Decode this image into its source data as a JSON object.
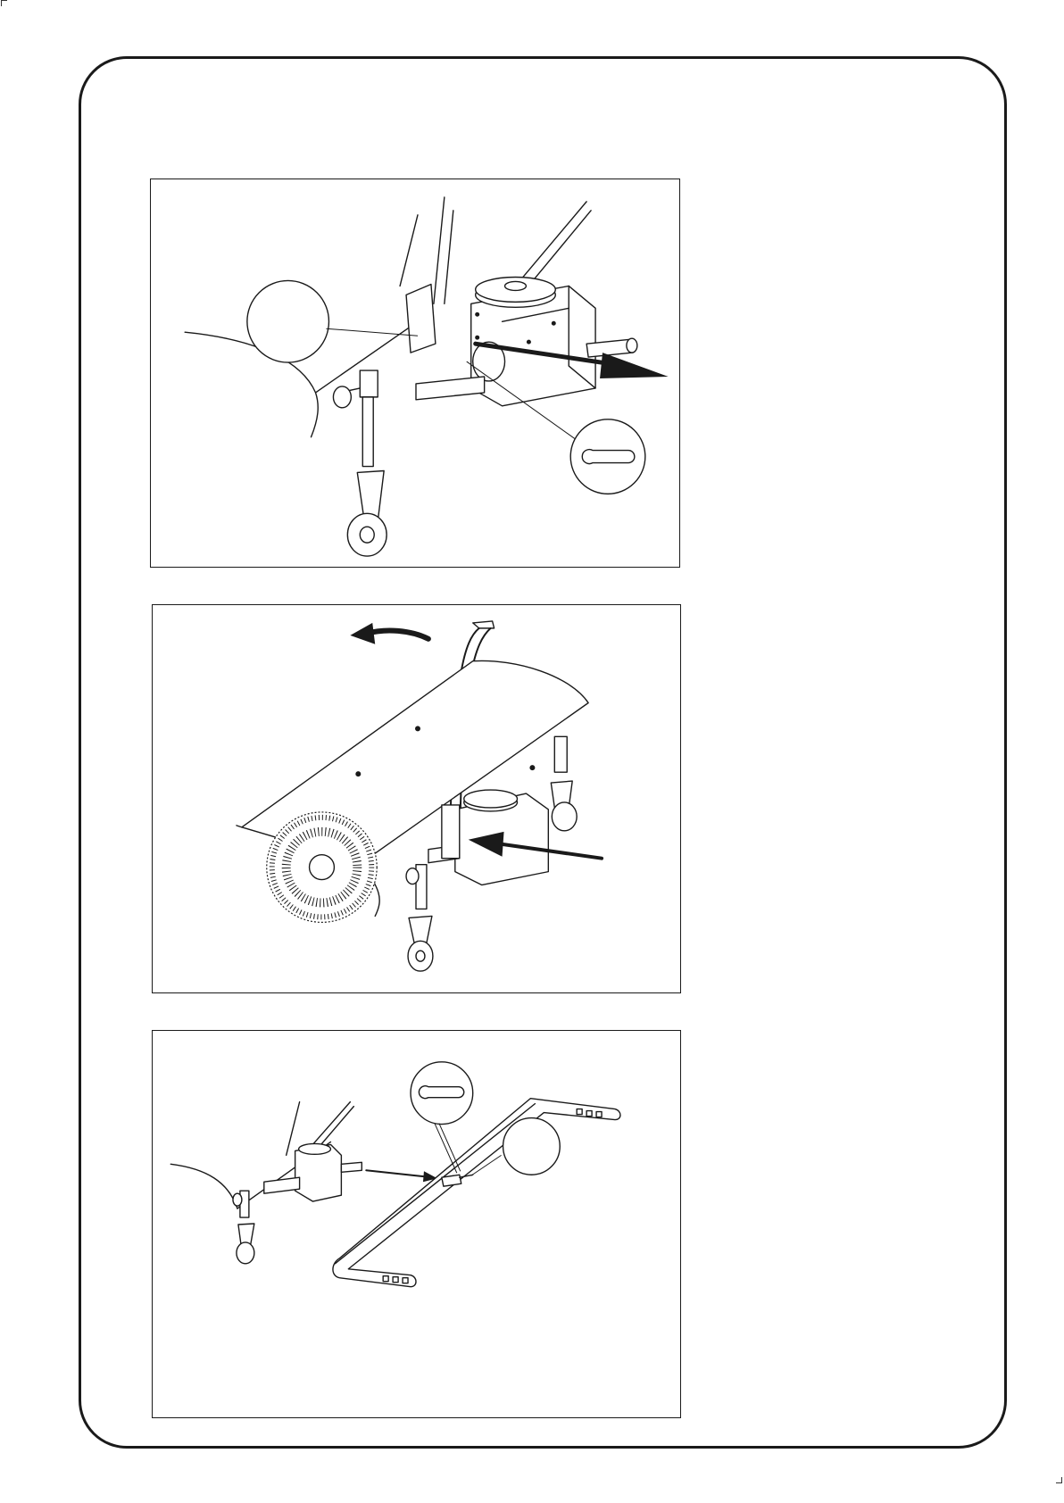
{
  "page": {
    "frame_color": "#1a1a1a",
    "background": "#ffffff"
  },
  "figures": [
    {
      "icons": [
        "callout-circle-blank",
        "wrench-icon",
        "pull-arrow-icon",
        "caster-wheel",
        "gearbox"
      ]
    },
    {
      "icons": [
        "rotate-arrow-icon",
        "push-arrow-icon",
        "brush-roller",
        "caster-wheel",
        "gearbox",
        "handle-bar"
      ]
    },
    {
      "icons": [
        "wrench-icon",
        "callout-circle-blank",
        "connect-arrow-icon",
        "mounting-frame",
        "gearbox",
        "caster-wheel"
      ]
    }
  ]
}
